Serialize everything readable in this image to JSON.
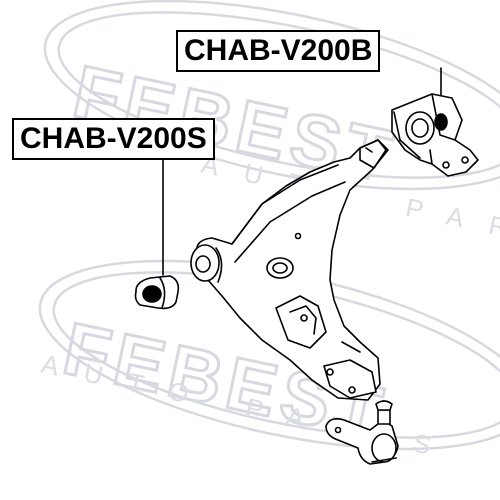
{
  "labels": {
    "upper": "CHAB-V200B",
    "lower": "CHAB-V200S"
  },
  "watermark": {
    "logo_text": "FEBEST",
    "tagline": "AUTO PARTS"
  },
  "colors": {
    "ink": "#000000",
    "watermark": "#d9dce2"
  }
}
